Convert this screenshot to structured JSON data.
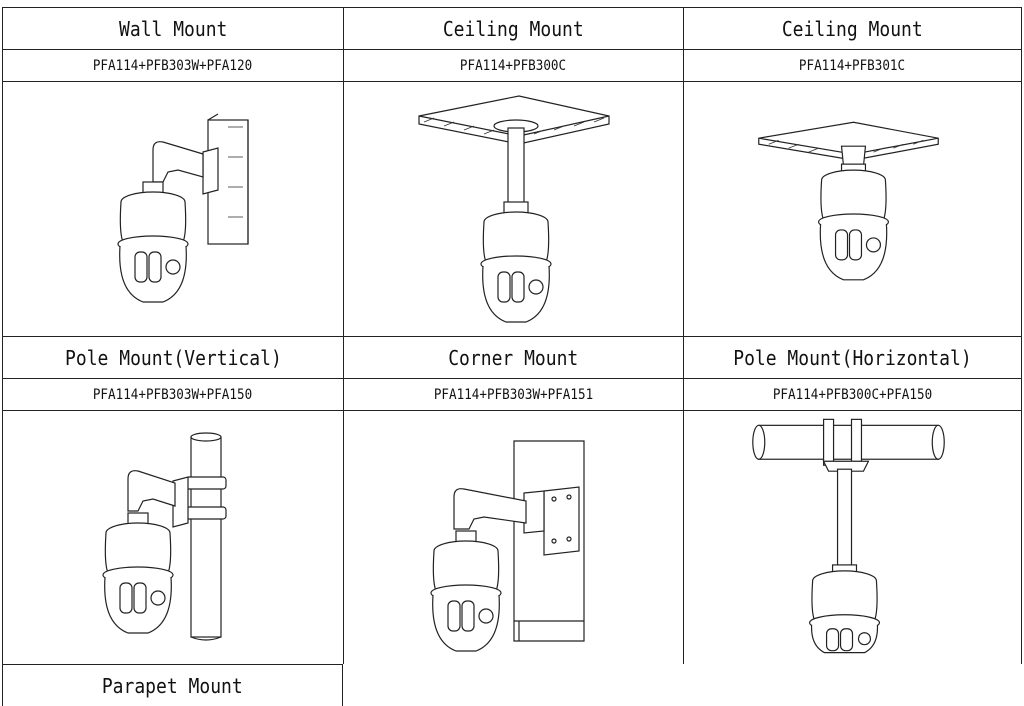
{
  "mounts": [
    {
      "title": "Wall Mount",
      "model": "PFA114+PFB303W+PFA120",
      "illustration": "wall-mount-illustration"
    },
    {
      "title": "Ceiling Mount",
      "model": "PFA114+PFB300C",
      "illustration": "ceiling-mount-illustration"
    },
    {
      "title": "Ceiling Mount",
      "model": "PFA114+PFB301C",
      "illustration": "ceiling-mount-short-illustration"
    },
    {
      "title": "Pole Mount(Vertical)",
      "model": "PFA114+PFB303W+PFA150",
      "illustration": "pole-mount-vertical-illustration"
    },
    {
      "title": "Corner Mount",
      "model": "PFA114+PFB303W+PFA151",
      "illustration": "corner-mount-illustration"
    },
    {
      "title": "Pole Mount(Horizontal)",
      "model": "PFA114+PFB300C+PFA150",
      "illustration": "pole-mount-horizontal-illustration"
    },
    {
      "title": "Parapet Mount"
    }
  ]
}
